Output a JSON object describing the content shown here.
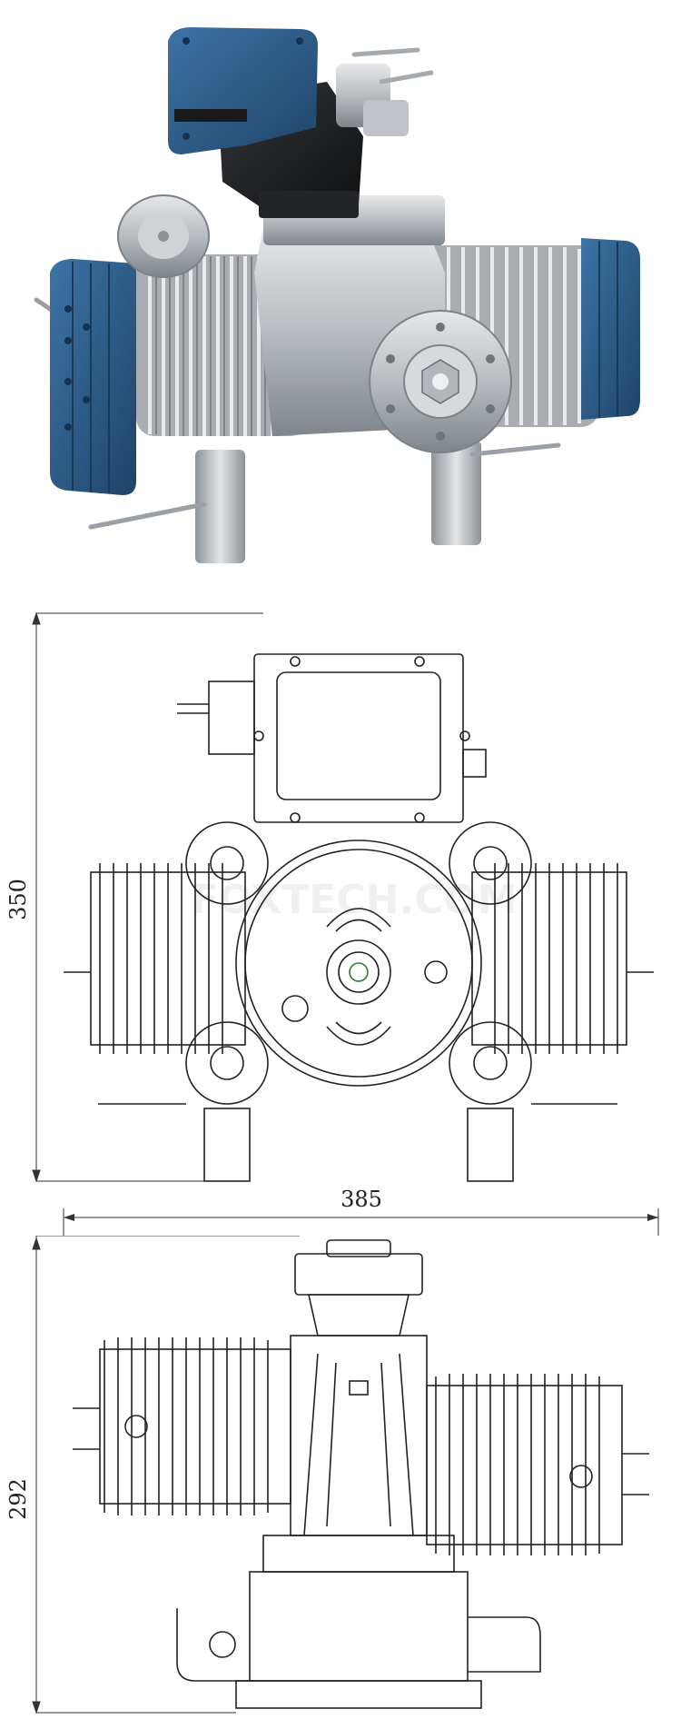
{
  "colors": {
    "cover_blue": "#2f5f8c",
    "cover_blue_dark": "#1f4468",
    "aluminum": "#c9ccd0",
    "aluminum_dark": "#8e9398",
    "black_block": "#1c1c1e",
    "line": "#222222"
  },
  "dimensions": {
    "height_front": "350",
    "width_front": "385",
    "height_side": "292"
  },
  "watermark": "FOXTECH.COM"
}
